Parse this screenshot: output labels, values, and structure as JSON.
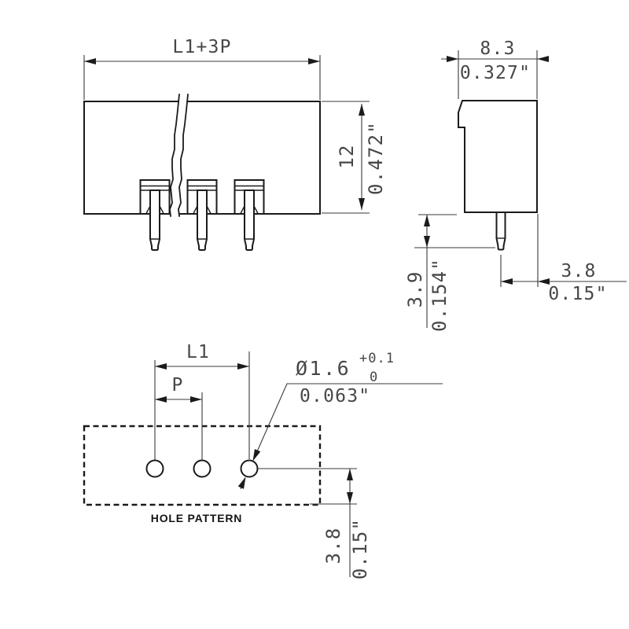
{
  "drawing": {
    "type": "connector-dimension-drawing",
    "front_view": {
      "width_label": "L1+3P",
      "height_mm": "12",
      "height_in": "0.472\""
    },
    "side_view": {
      "width_mm": "8.3",
      "width_in": "0.327\"",
      "pin_length_mm": "3.9",
      "pin_length_in": "0.154\"",
      "pin_to_edge_mm": "3.8",
      "pin_to_edge_in": "0.15\""
    },
    "hole_pattern": {
      "caption": "HOLE PATTERN",
      "span_label": "L1",
      "pitch_label": "P",
      "hole_diameter_mm": "Ø1.6",
      "hole_tolerance_plus": "+0.1",
      "hole_tolerance_minus": "0",
      "hole_diameter_in": "0.063\"",
      "edge_distance_mm": "3.8",
      "edge_distance_in": "0.15\""
    },
    "colors": {
      "background": "#ffffff",
      "outline": "#1b1b1b",
      "dimension_lines": "#3a3a3a",
      "dimension_text": "#474747"
    }
  }
}
